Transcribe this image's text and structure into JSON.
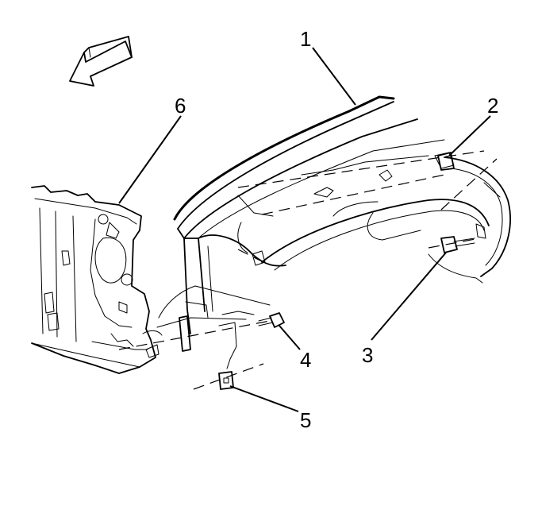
{
  "callouts": [
    {
      "id": "1",
      "label": "1"
    },
    {
      "id": "2",
      "label": "2"
    },
    {
      "id": "3",
      "label": "3"
    },
    {
      "id": "4",
      "label": "4"
    },
    {
      "id": "5",
      "label": "5"
    },
    {
      "id": "6",
      "label": "6"
    }
  ],
  "icons": {
    "direction": "front-direction-arrow-icon"
  },
  "colors": {
    "line": "#000000",
    "background": "#ffffff"
  }
}
